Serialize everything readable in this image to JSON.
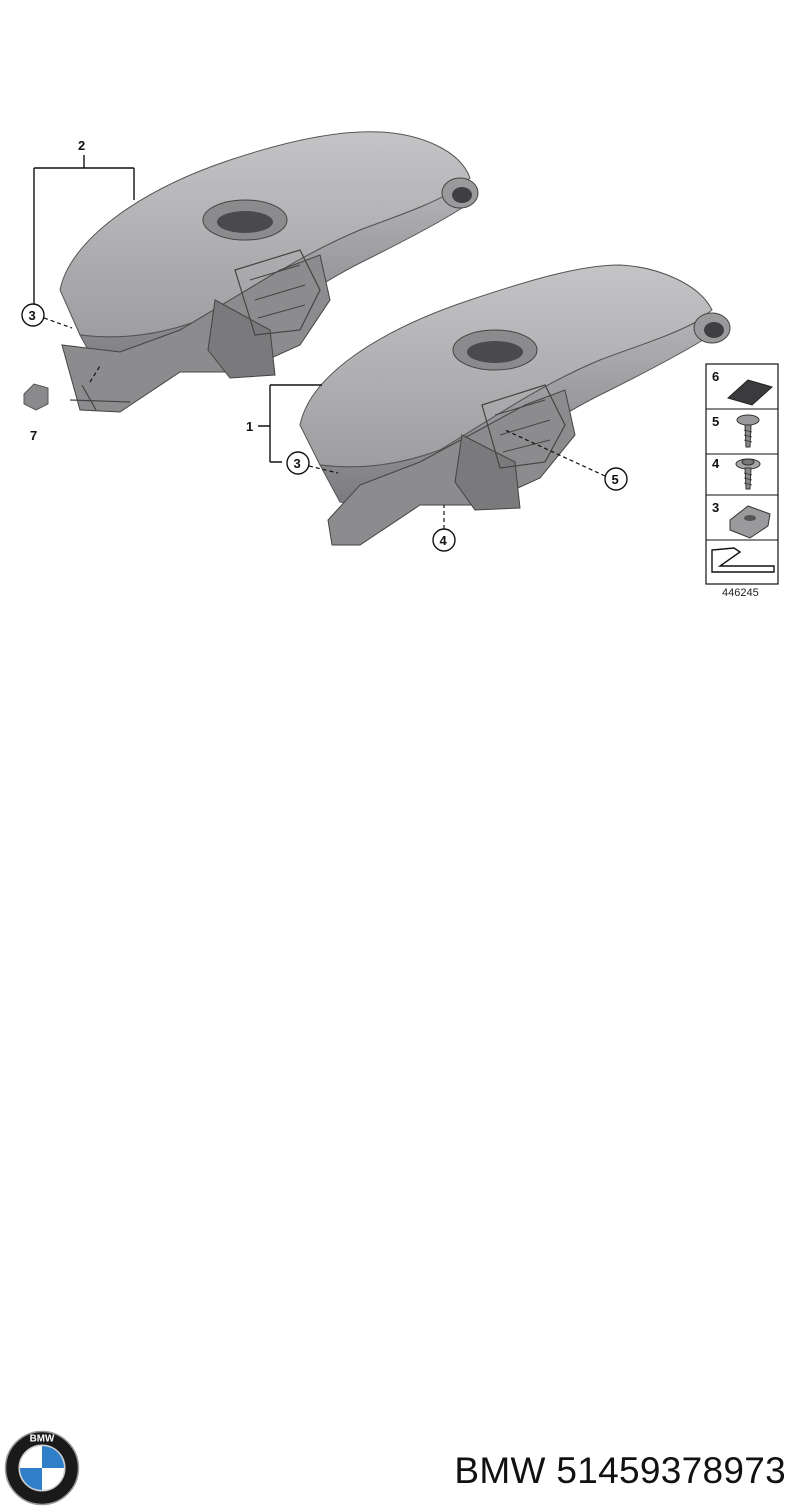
{
  "diagram": {
    "callouts": {
      "c1": "1",
      "c2": "2",
      "c3_top": "3",
      "c3_bottom": "3",
      "c4": "4",
      "c5": "5",
      "c7": "7"
    },
    "legend": {
      "items": [
        "6",
        "5",
        "4",
        "3"
      ],
      "drawing_number": "446245"
    }
  },
  "footer": {
    "brand": "BMW",
    "part_number": "51459378973",
    "logo_letters": "BMW"
  },
  "colors": {
    "dash_body": "#a9a9ab",
    "dash_shadow": "#6f6f72",
    "accent_blue": "#2f7fc8"
  }
}
